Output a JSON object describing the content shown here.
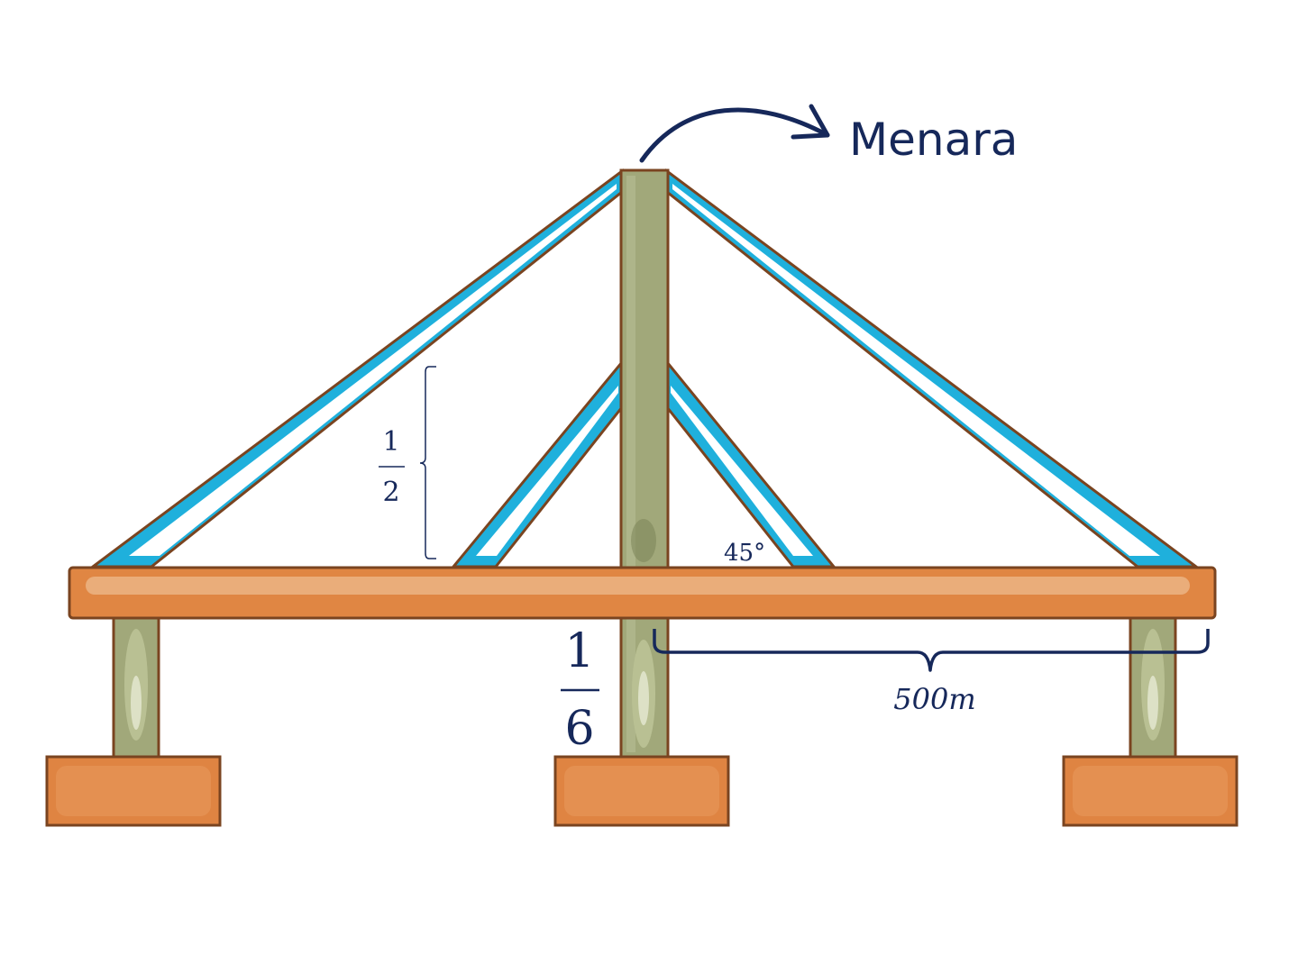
{
  "diagram": {
    "tower_label": "Menara",
    "fraction_half": {
      "numerator": "1",
      "denominator": "2"
    },
    "fraction_sixth": {
      "numerator": "1",
      "denominator": "6"
    },
    "angle_label": "45°",
    "span_label": "500m"
  },
  "colors": {
    "ink": "#16285a",
    "cable": "#1fb0dc",
    "outline": "#7a4420",
    "tower": "#a1a87a",
    "tower_dark": "#7c8458",
    "deck": "#e08643",
    "deck_light": "#eeb98c",
    "footing": "#df8442"
  }
}
